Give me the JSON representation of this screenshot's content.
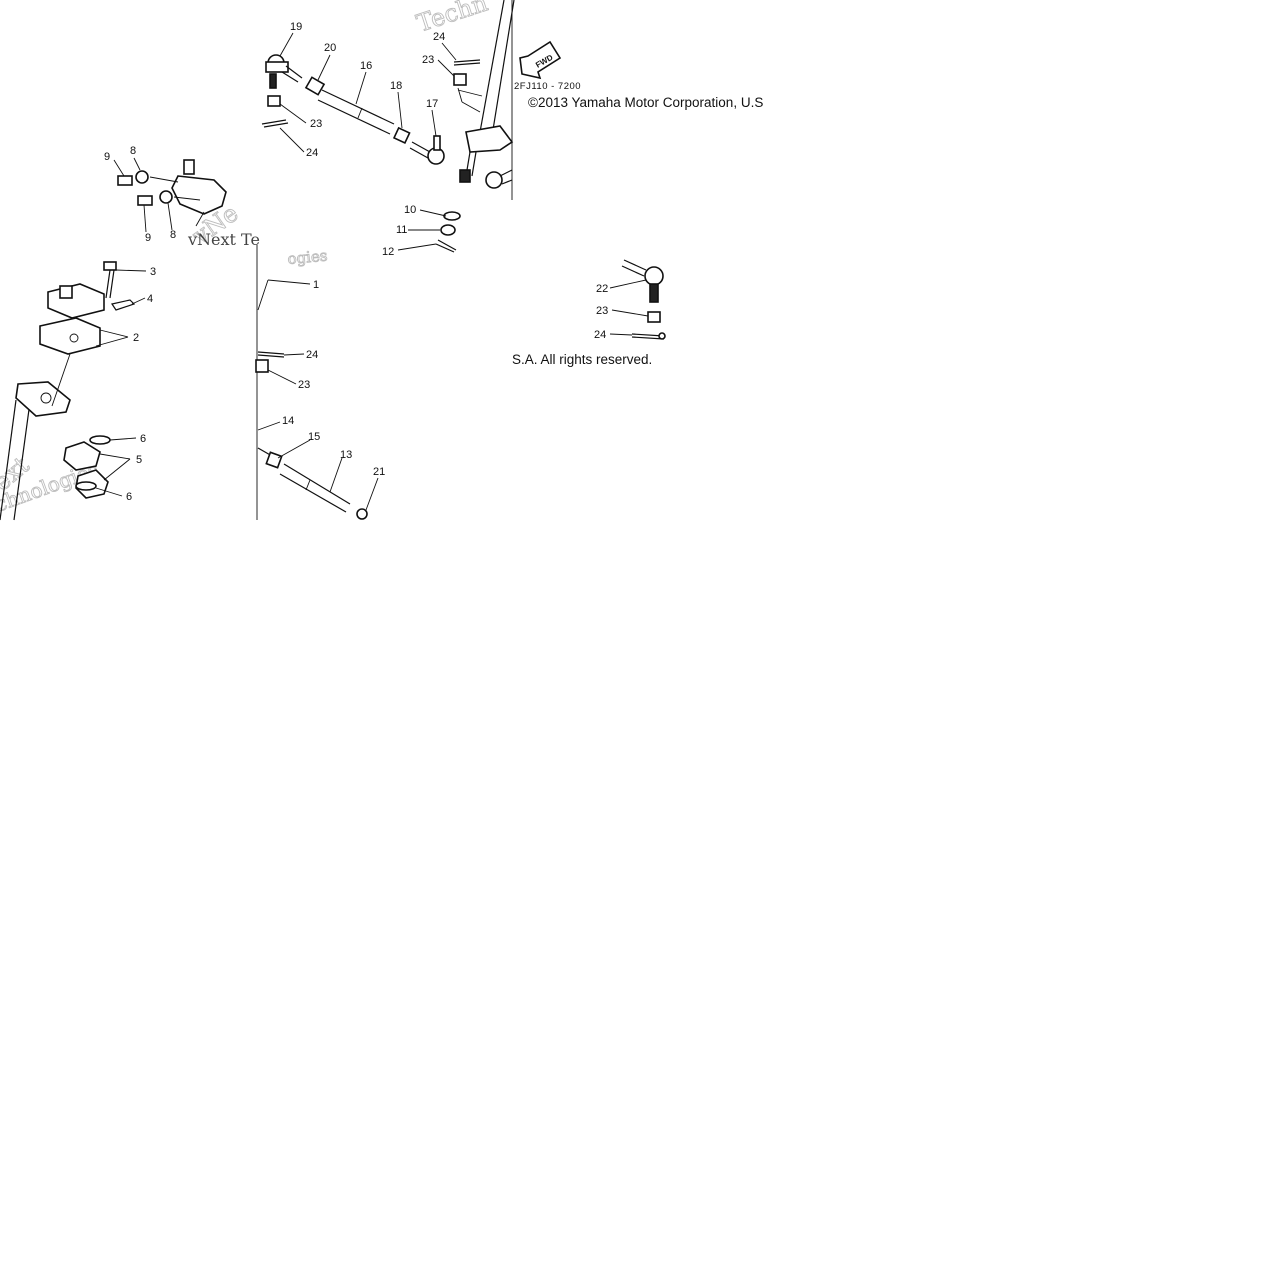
{
  "diagram": {
    "reference_code": "2FJ110 - 7200",
    "copyright_line_1": "©2013 Yamaha Motor Corporation, U.S",
    "copyright_line_2": "S.A. All rights reserved.",
    "direction_arrow": "FWD",
    "watermarks": {
      "top": "Techn",
      "middle_1": "vNe",
      "middle_2": "vNext Te",
      "middle_3": "ogies",
      "left_1": "ext",
      "left_2": "chnologies"
    },
    "callouts": [
      "1",
      "2",
      "3",
      "4",
      "5",
      "6",
      "6",
      "8",
      "8",
      "9",
      "9",
      "10",
      "11",
      "12",
      "13",
      "14",
      "15",
      "16",
      "17",
      "18",
      "19",
      "20",
      "21",
      "22",
      "23",
      "23",
      "23",
      "23",
      "24",
      "24",
      "24",
      "24"
    ],
    "icons": [
      "arrow-fwd-icon"
    ]
  }
}
